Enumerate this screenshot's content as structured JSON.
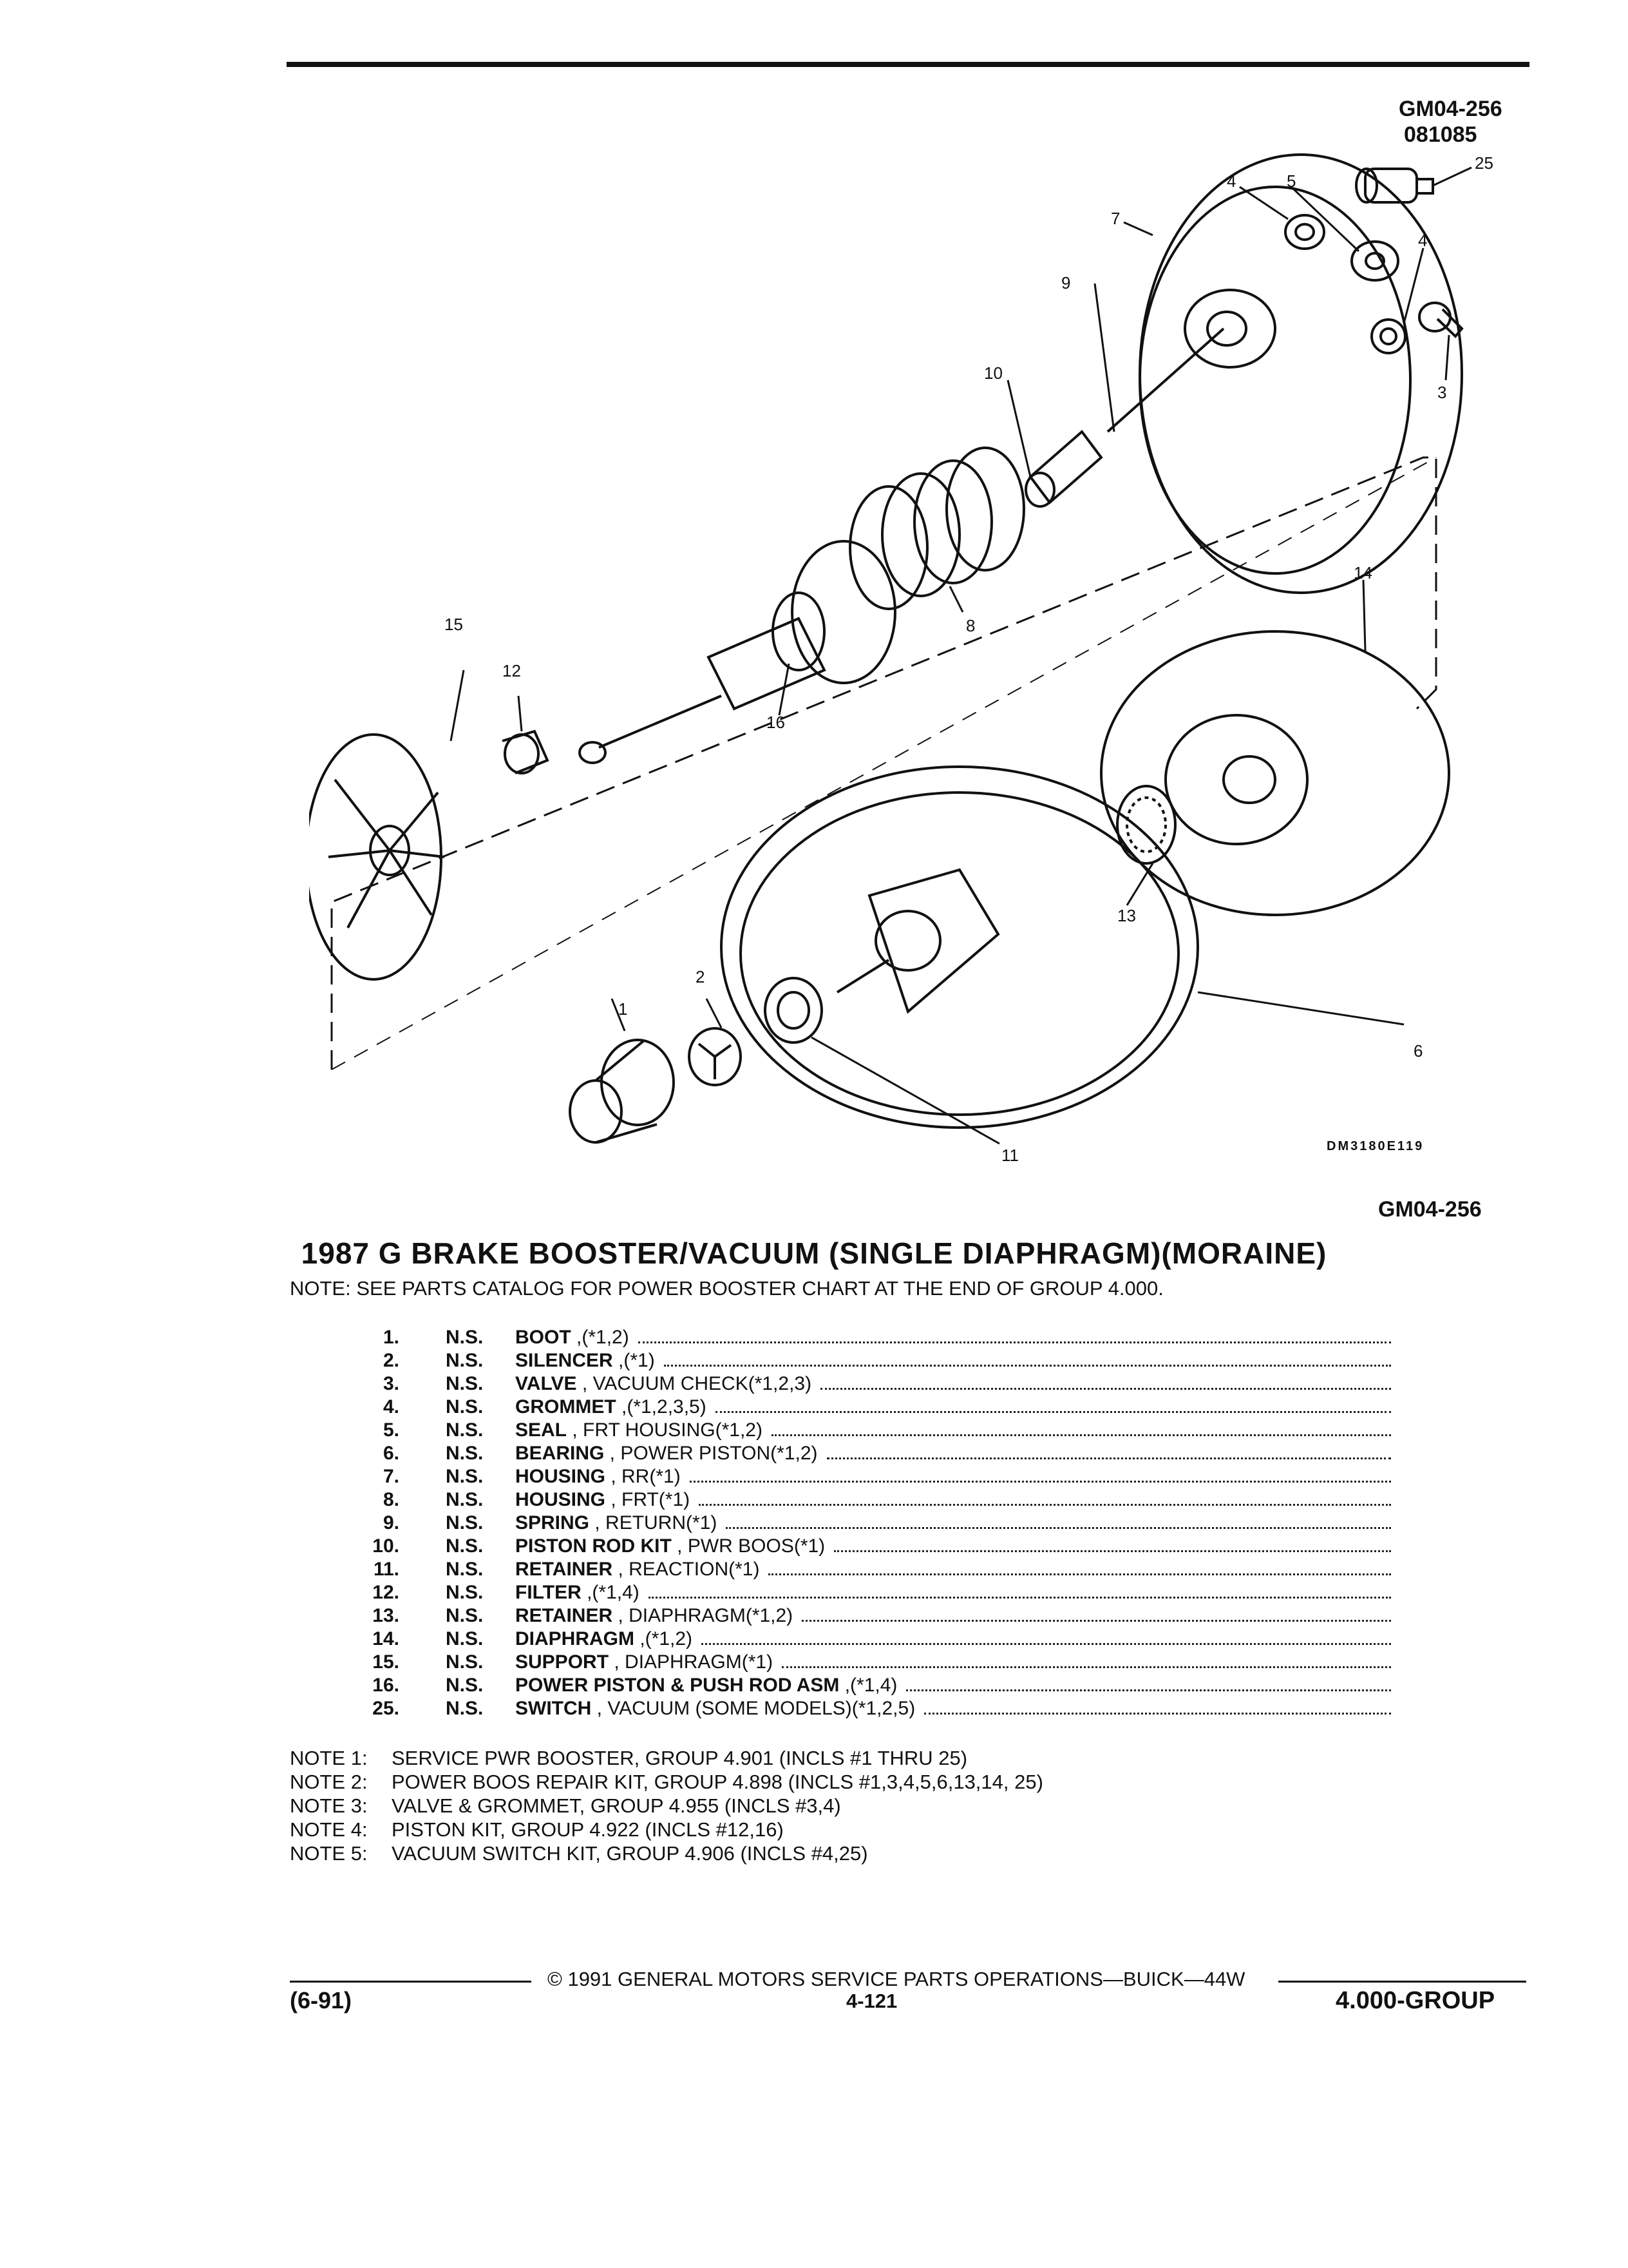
{
  "header": {
    "ref_code": "GM04-256",
    "ref_number": "081085"
  },
  "figure": {
    "image_code": "DM3180E119",
    "caption_code": "GM04-256",
    "callouts": [
      "1",
      "2",
      "3",
      "4",
      "4",
      "5",
      "6",
      "7",
      "8",
      "9",
      "10",
      "11",
      "12",
      "13",
      "14",
      "15",
      "16",
      "25"
    ]
  },
  "title": "1987 G BRAKE BOOSTER/VACUUM (SINGLE DIAPHRAGM)(MORAINE)",
  "main_note": "NOTE:  SEE PARTS CATALOG FOR POWER BOOSTER CHART AT THE END OF GROUP 4.000.",
  "parts": [
    {
      "num": "1.",
      "ns": "N.S.",
      "name": "BOOT",
      "detail": " ,(*1,2)"
    },
    {
      "num": "2.",
      "ns": "N.S.",
      "name": "SILENCER",
      "detail": " ,(*1)"
    },
    {
      "num": "3.",
      "ns": "N.S.",
      "name": "VALVE",
      "detail": " , VACUUM CHECK(*1,2,3)"
    },
    {
      "num": "4.",
      "ns": "N.S.",
      "name": "GROMMET",
      "detail": " ,(*1,2,3,5)"
    },
    {
      "num": "5.",
      "ns": "N.S.",
      "name": "SEAL",
      "detail": " , FRT HOUSING(*1,2)"
    },
    {
      "num": "6.",
      "ns": "N.S.",
      "name": "BEARING",
      "detail": " , POWER PISTON(*1,2)"
    },
    {
      "num": "7.",
      "ns": "N.S.",
      "name": "HOUSING",
      "detail": " , RR(*1)"
    },
    {
      "num": "8.",
      "ns": "N.S.",
      "name": "HOUSING",
      "detail": " , FRT(*1)"
    },
    {
      "num": "9.",
      "ns": "N.S.",
      "name": "SPRING",
      "detail": " , RETURN(*1)"
    },
    {
      "num": "10.",
      "ns": "N.S.",
      "name": "PISTON ROD KIT",
      "detail": " , PWR BOOS(*1)"
    },
    {
      "num": "11.",
      "ns": "N.S.",
      "name": "RETAINER",
      "detail": " , REACTION(*1)"
    },
    {
      "num": "12.",
      "ns": "N.S.",
      "name": "FILTER",
      "detail": " ,(*1,4)"
    },
    {
      "num": "13.",
      "ns": "N.S.",
      "name": "RETAINER",
      "detail": " , DIAPHRAGM(*1,2)"
    },
    {
      "num": "14.",
      "ns": "N.S.",
      "name": "DIAPHRAGM",
      "detail": " ,(*1,2)"
    },
    {
      "num": "15.",
      "ns": "N.S.",
      "name": "SUPPORT",
      "detail": " , DIAPHRAGM(*1)"
    },
    {
      "num": "16.",
      "ns": "N.S.",
      "name": "POWER PISTON & PUSH ROD ASM",
      "detail": " ,(*1,4)"
    },
    {
      "num": "25.",
      "ns": "N.S.",
      "name": "SWITCH",
      "detail": " , VACUUM (SOME MODELS)(*1,2,5)"
    }
  ],
  "notes": [
    {
      "label": "NOTE  1:",
      "text": "SERVICE PWR BOOSTER, GROUP 4.901 (INCLS #1 THRU 25)"
    },
    {
      "label": "NOTE  2:",
      "text": "POWER BOOS REPAIR KIT, GROUP 4.898 (INCLS #1,3,4,5,6,13,14, 25)"
    },
    {
      "label": "NOTE  3:",
      "text": "VALVE & GROMMET, GROUP 4.955 (INCLS #3,4)"
    },
    {
      "label": "NOTE  4:",
      "text": "PISTON KIT, GROUP 4.922 (INCLS #12,16)"
    },
    {
      "label": "NOTE  5:",
      "text": "VACUUM SWITCH KIT, GROUP 4.906 (INCLS #4,25)"
    }
  ],
  "footer": {
    "copyright": "© 1991 GENERAL MOTORS SERVICE PARTS OPERATIONS—BUICK—44W",
    "date": "(6-91)",
    "page": "4-121",
    "group": "4.000-GROUP"
  }
}
